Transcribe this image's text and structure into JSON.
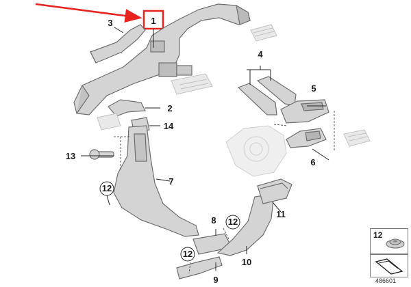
{
  "callouts": {
    "c1": "1",
    "c2": "2",
    "c3": "3",
    "c4": "4",
    "c5": "5",
    "c6": "6",
    "c7": "7",
    "c8": "8",
    "c9": "9",
    "c10": "10",
    "c11": "11",
    "c12": "12",
    "c13": "13",
    "c14": "14"
  },
  "legend": {
    "item_number": "12"
  },
  "diagram_id": "486601",
  "colors": {
    "arrow": "#e8231f",
    "highlight_box": "#e8231f",
    "part_fill": "#d4d4d4",
    "part_stroke": "#6e6e6e",
    "faded_part": "#e9e9e9",
    "leader_line": "#222222"
  }
}
